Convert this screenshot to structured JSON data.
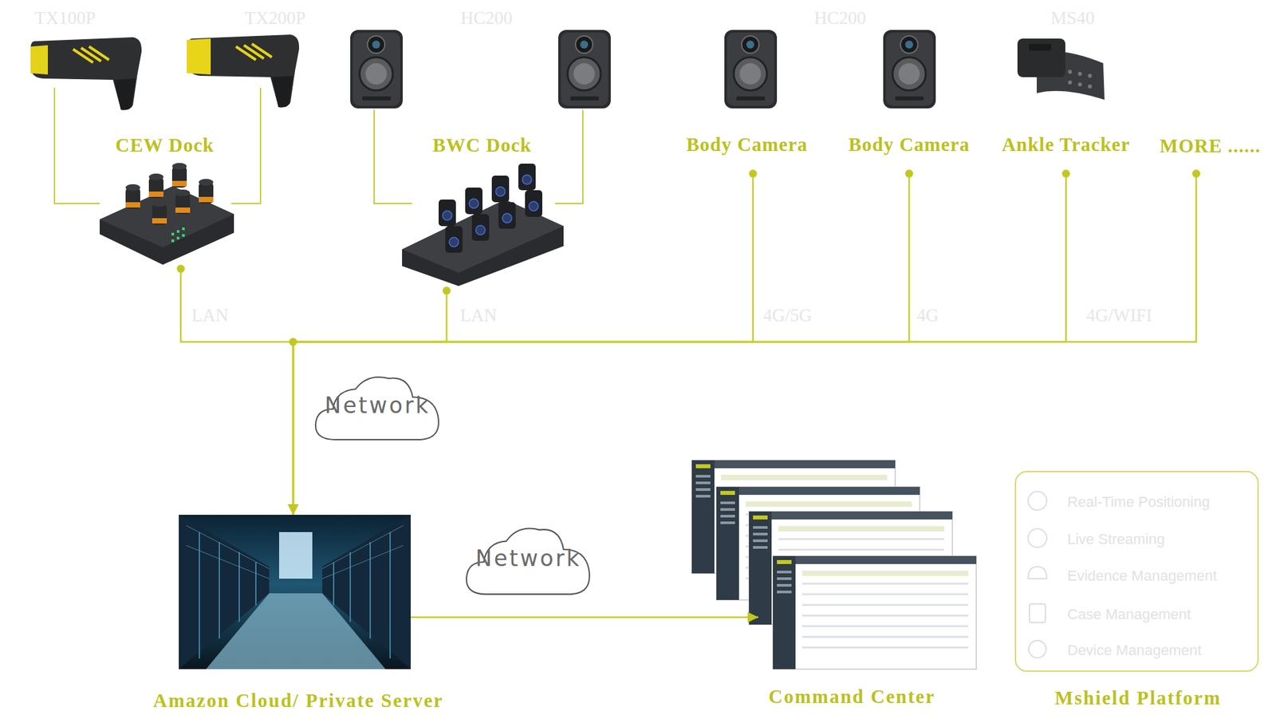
{
  "diagram": {
    "nodes": [
      {
        "text": [
          "CEW Dock"
        ]
      },
      {
        "text": [
          "BWC Dock"
        ]
      },
      {
        "text": [
          "Body Camera"
        ]
      },
      {
        "text": [
          "Body Camera"
        ]
      },
      {
        "text": [
          "Ankle Tracker"
        ]
      },
      {
        "text": [
          "MORE ......"
        ]
      },
      {
        "text": [
          "Network"
        ]
      },
      {
        "text": [
          "Amazon Cloud/ Private Server"
        ]
      },
      {
        "text": [
          "Network"
        ]
      },
      {
        "text": [
          "Command Center"
        ]
      },
      {
        "text": [
          "Mshield Platform",
          "Real-Time Positioning",
          "Live Streaming",
          "Evidence Management",
          "Case Management",
          "Device Management"
        ]
      }
    ],
    "edges": [
      {
        "from": 0,
        "to": 7,
        "arrow": "to"
      },
      {
        "from": 1,
        "to": 7,
        "arrow": "to"
      },
      {
        "from": 2,
        "to": 7,
        "arrow": "to"
      },
      {
        "from": 3,
        "to": 7,
        "arrow": "to"
      },
      {
        "from": 4,
        "to": 7,
        "arrow": "to"
      },
      {
        "from": 5,
        "to": 7,
        "arrow": "to"
      },
      {
        "from": 7,
        "to": 9,
        "arrow": "to"
      }
    ],
    "labels": [
      "TX100P",
      "TX200P",
      "HC200",
      "HC200",
      "MS40",
      "LAN",
      "LAN",
      "4G/5G",
      "4G",
      "4G/WIFI"
    ]
  }
}
